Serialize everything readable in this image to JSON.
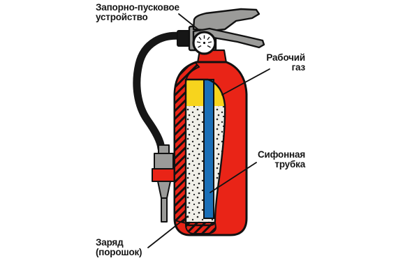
{
  "diagram": {
    "type": "fire-extinguisher-cutaway-schematic",
    "labels": {
      "shutoff_device": {
        "line1": "Запорно-пусковое",
        "line2": "устройство"
      },
      "working_gas": {
        "line1": "Рабочий",
        "line2": "газ"
      },
      "siphon_tube": {
        "line1": "Сифонная",
        "line2": "трубка"
      },
      "charge_powder": {
        "line1": "Заряд",
        "line2": "(порошок)"
      }
    },
    "colors": {
      "body_red": "#e92417",
      "gas_yellow": "#f7d41d",
      "powder_white": "#f0efe8",
      "dot_black": "#222222",
      "tube_blue": "#1b6fb7",
      "metal_gray": "#9b9b99",
      "hose_black": "#161616",
      "outline": "#111111",
      "background": "#ffffff"
    }
  }
}
